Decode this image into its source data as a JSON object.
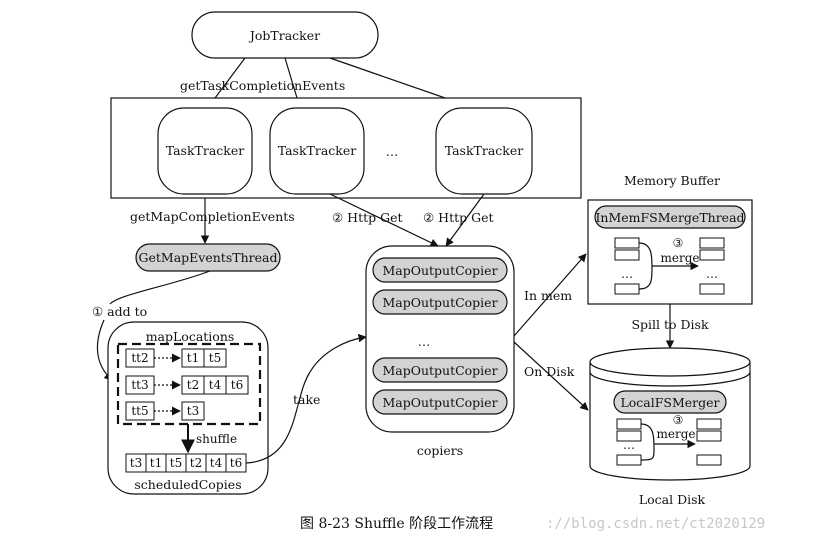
{
  "job_tracker": "JobTracker",
  "get_task_completion_events": "getTaskCompletionEvents",
  "task_trackers": [
    "TaskTracker",
    "TaskTracker",
    "TaskTracker"
  ],
  "tracker_ellipsis": "…",
  "get_map_completion_events": "getMapCompletionEvents",
  "http_get_1": "② Http Get",
  "http_get_2": "② Http Get",
  "get_map_events_thread": "GetMapEventsThread",
  "add_to": "① add to",
  "map_locations": "mapLocations",
  "map_rows": [
    {
      "key": "tt2",
      "values": [
        "t1",
        "t5"
      ]
    },
    {
      "key": "tt3",
      "values": [
        "t2",
        "t4",
        "t6"
      ]
    },
    {
      "key": "tt5",
      "values": [
        "t3"
      ]
    }
  ],
  "shuffle": "shuffle",
  "scheduled_copies_cells": [
    "t3",
    "t1",
    "t5",
    "t2",
    "t4",
    "t6"
  ],
  "scheduled_copies": "scheduledCopies",
  "take": "take",
  "copiers_items": [
    "MapOutputCopier",
    "MapOutputCopier",
    "MapOutputCopier",
    "MapOutputCopier"
  ],
  "copiers_ellipsis": "…",
  "copiers": "copiers",
  "in_mem": "In mem",
  "on_disk": "On Disk",
  "memory_buffer": "Memory Buffer",
  "in_mem_fs_merge_thread": "InMemFSMergeThread",
  "merge_number": "③",
  "merge": "merge",
  "buffer_ellipsis": "…",
  "spill_to_disk": "Spill to Disk",
  "local_fs_merger": "LocalFSMerger",
  "local_disk": "Local Disk",
  "caption": "图 8-23   Shuffle 阶段工作流程",
  "watermark": "://blog.csdn.net/ct2020129"
}
